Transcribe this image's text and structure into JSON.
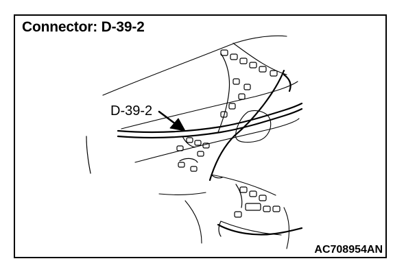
{
  "title": "Connector: D-39-2",
  "callout_label": "D-39-2",
  "figure_id": "AC708954AN",
  "colors": {
    "line": "#000000",
    "background": "#ffffff"
  }
}
